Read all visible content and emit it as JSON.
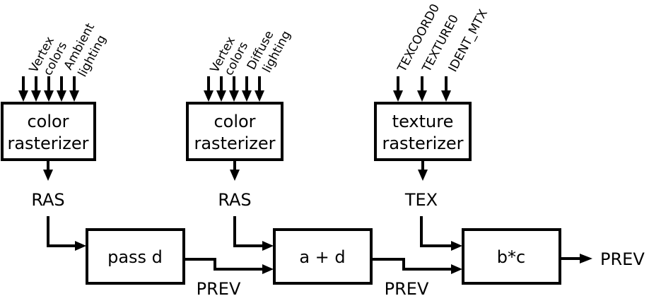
{
  "inputs": {
    "color1": {
      "line1": "Vertex",
      "line2": "colors",
      "line3": "Ambient",
      "line4": "lighting"
    },
    "color2": {
      "line1": "Vertex",
      "line2": "colors",
      "line3": "Diffuse",
      "line4": "lighting"
    },
    "texture": {
      "input1": "TEXCOORD0",
      "input2": "TEXTURE0",
      "input3": "IDENT_MTX"
    }
  },
  "blocks": {
    "color_rasterizer_1": {
      "line1": "color",
      "line2": "rasterizer"
    },
    "color_rasterizer_2": {
      "line1": "color",
      "line2": "rasterizer"
    },
    "texture_rasterizer": {
      "line1": "texture",
      "line2": "rasterizer"
    },
    "stage1": {
      "label": "pass d"
    },
    "stage2": {
      "label": "a + d"
    },
    "stage3": {
      "label": "b*c"
    }
  },
  "signals": {
    "ras1": "RAS",
    "ras2": "RAS",
    "tex": "TEX",
    "prev1": "PREV",
    "prev2": "PREV",
    "prev_out": "PREV"
  }
}
